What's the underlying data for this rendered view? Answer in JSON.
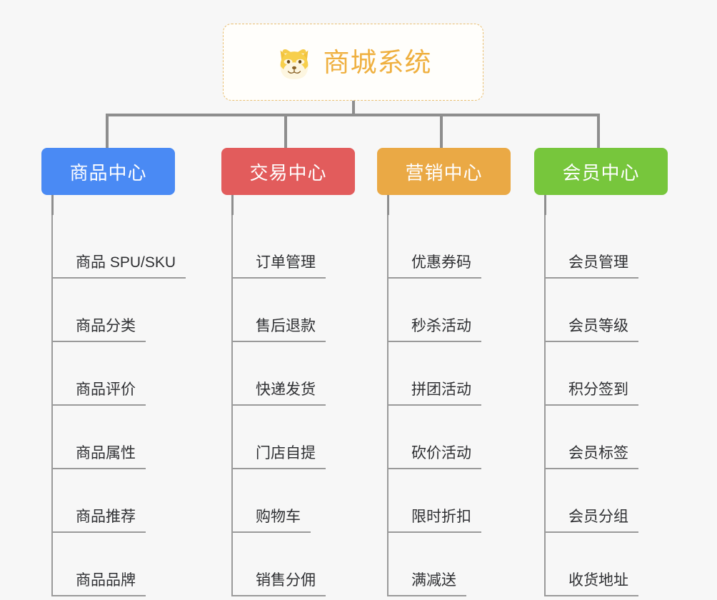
{
  "root": {
    "title": "商城系统",
    "icon": "shiba-dog-face-icon",
    "border_color": "#e9bf72",
    "text_color": "#efb040",
    "background": "#fffefb"
  },
  "canvas": {
    "background": "#f7f7f7",
    "connector_color": "#8e8e8e"
  },
  "branches": [
    {
      "id": "product-center",
      "label": "商品中心",
      "color": "#4a8af4",
      "text_color": "#ffffff",
      "items": [
        {
          "label": "商品 SPU/SKU"
        },
        {
          "label": "商品分类"
        },
        {
          "label": "商品评价"
        },
        {
          "label": "商品属性"
        },
        {
          "label": "商品推荐"
        },
        {
          "label": "商品品牌"
        }
      ]
    },
    {
      "id": "trade-center",
      "label": "交易中心",
      "color": "#e25c5c",
      "text_color": "#ffffff",
      "items": [
        {
          "label": "订单管理"
        },
        {
          "label": "售后退款"
        },
        {
          "label": "快递发货"
        },
        {
          "label": "门店自提"
        },
        {
          "label": "购物车"
        },
        {
          "label": "销售分佣"
        }
      ]
    },
    {
      "id": "marketing-center",
      "label": "营销中心",
      "color": "#eaa945",
      "text_color": "#ffffff",
      "items": [
        {
          "label": "优惠券码"
        },
        {
          "label": "秒杀活动"
        },
        {
          "label": "拼团活动"
        },
        {
          "label": "砍价活动"
        },
        {
          "label": "限时折扣"
        },
        {
          "label": "满减送"
        }
      ]
    },
    {
      "id": "member-center",
      "label": "会员中心",
      "color": "#77c63c",
      "text_color": "#ffffff",
      "items": [
        {
          "label": "会员管理"
        },
        {
          "label": "会员等级"
        },
        {
          "label": "积分签到"
        },
        {
          "label": "会员标签"
        },
        {
          "label": "会员分组"
        },
        {
          "label": "收货地址"
        }
      ]
    }
  ]
}
